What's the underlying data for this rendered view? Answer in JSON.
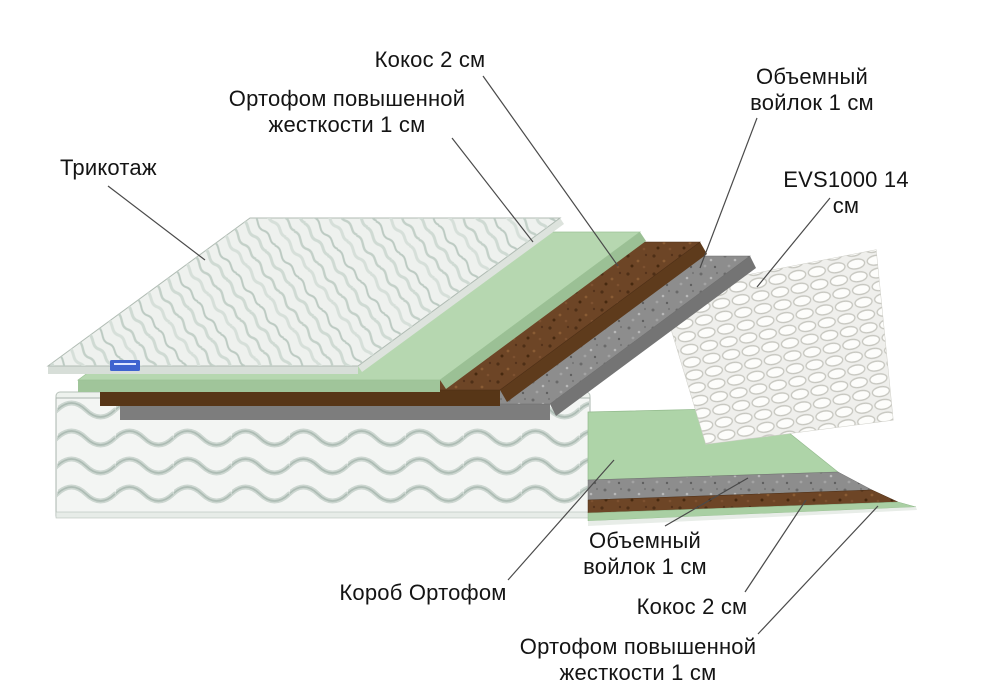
{
  "callouts": {
    "knit": {
      "label": "Трикотаж"
    },
    "ortofoam_top": {
      "label": "Ортофом повышенной\nжесткости 1 см"
    },
    "coconut_top": {
      "label": "Кокос 2 см"
    },
    "felt_top": {
      "label": "Объемный\nвойлок 1 см"
    },
    "springs": {
      "label": "EVS1000 14 см"
    },
    "felt_bottom": {
      "label": "Объемный\nвойлок 1 см"
    },
    "coconut_bottom": {
      "label": "Кокос 2 см"
    },
    "ortofoam_bottom": {
      "label": "Ортофом повышенной\nжесткости 1 см"
    },
    "box": {
      "label": "Короб Ортофом"
    }
  },
  "colors": {
    "foam_green": "#b6d7b0",
    "foam_green_core": "#aed4a8",
    "coconut_brown": "#6d4526",
    "felt_gray": "#8d8d8d",
    "spring_white": "#fdfdfb",
    "fabric_white": "#eef1ee",
    "label_text": "#141414",
    "leader_line": "#4a4a4a",
    "brand_patch_blue": "#3f63cf"
  }
}
